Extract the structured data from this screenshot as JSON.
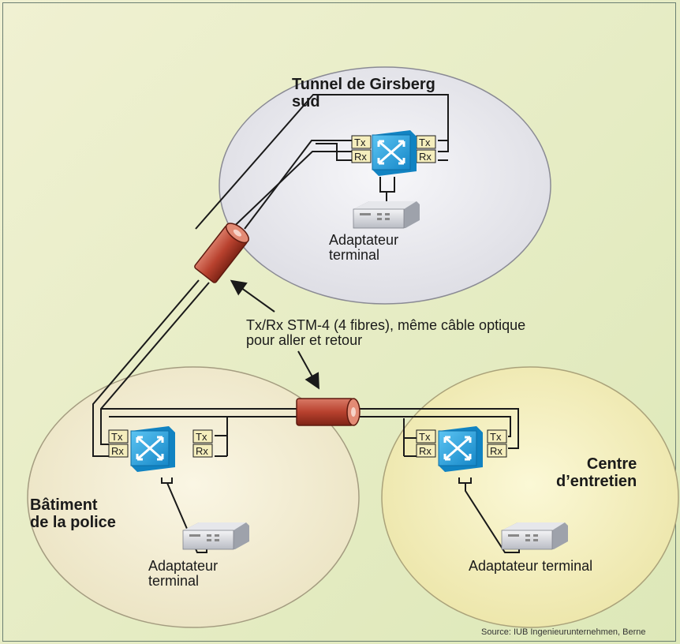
{
  "nodes": {
    "girsberg": {
      "title_line1": "Tunnel de Girsberg",
      "title_line2": "sud",
      "adapter_line1": "Adaptateur",
      "adapter_line2": "terminal"
    },
    "police": {
      "title_line1": "Bâtiment",
      "title_line2": "de la police",
      "adapter_line1": "Adaptateur",
      "adapter_line2": "terminal"
    },
    "entretien": {
      "title_line1": "Centre",
      "title_line2": "d’entretien",
      "adapter_line1": "Adaptateur terminal"
    }
  },
  "ports": {
    "tx": "Tx",
    "rx": "Rx"
  },
  "cable_note": {
    "line1": "Tx/Rx STM-4 (4 fibres), même câble optique",
    "line2": "pour aller et retour"
  },
  "source": "Source: IUB Ingenieurunternehmen, Berne",
  "colors": {
    "switch_blue": "#1f9fe0",
    "cable_red": "#b8412e",
    "ellipse_grey": "#e9e9ee",
    "ellipse_beige": "#f2ecd2",
    "ellipse_yellow": "#f4f0bd",
    "port_fill": "#f5eebd"
  },
  "icons": {
    "switch": "optical-cross-connect-icon",
    "terminal": "terminal-adapter-icon",
    "cable": "fiber-cable-icon"
  }
}
